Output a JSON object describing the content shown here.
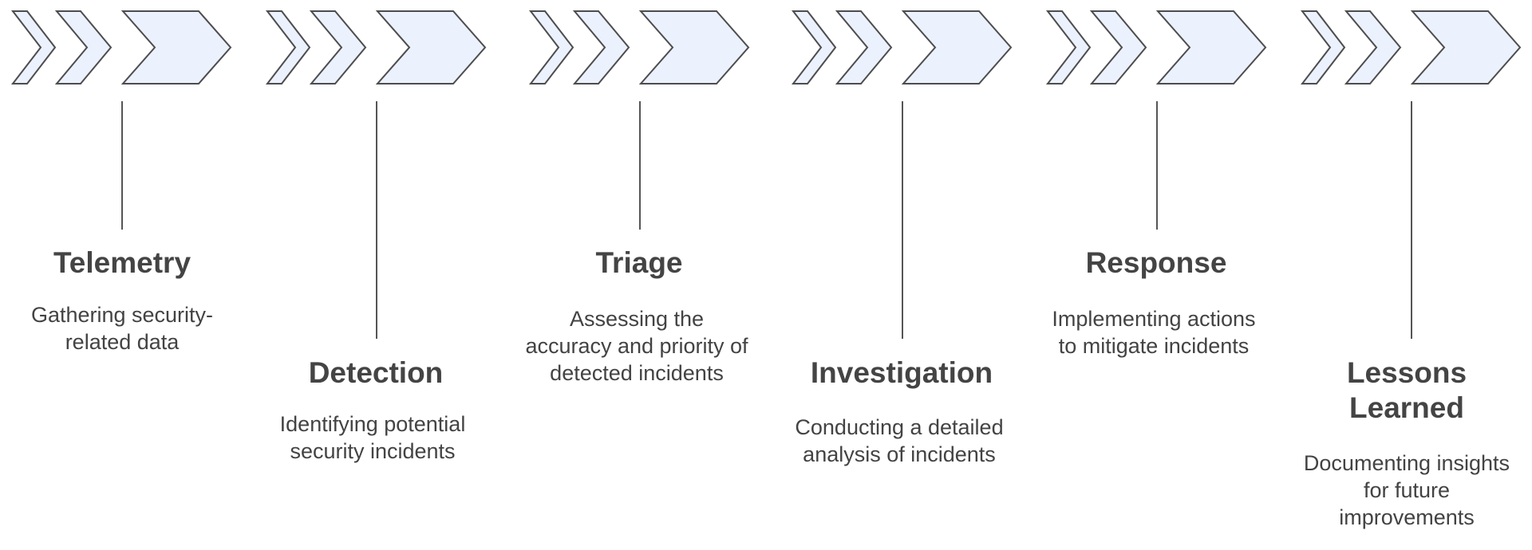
{
  "colors": {
    "chevron_fill": "#ecf1fe",
    "chevron_stroke": "#4d4d4d",
    "connector": "#555555",
    "title_text": "#444444",
    "desc_text": "#434343"
  },
  "stages": [
    {
      "title": "Telemetry",
      "description": "Gathering security-related data",
      "icon": "triple-chevron-icon"
    },
    {
      "title": "Detection",
      "description": "Identifying potential security incidents",
      "icon": "triple-chevron-icon"
    },
    {
      "title": "Triage",
      "description": "Assessing the accuracy and priority of detected incidents",
      "icon": "triple-chevron-icon"
    },
    {
      "title": "Investigation",
      "description": "Conducting a detailed analysis of incidents",
      "icon": "triple-chevron-icon"
    },
    {
      "title": "Response",
      "description": "Implementing actions to mitigate incidents",
      "icon": "triple-chevron-icon"
    },
    {
      "title": "Lessons Learned",
      "description": "Documenting insights for future improvements",
      "icon": "triple-chevron-icon"
    }
  ]
}
